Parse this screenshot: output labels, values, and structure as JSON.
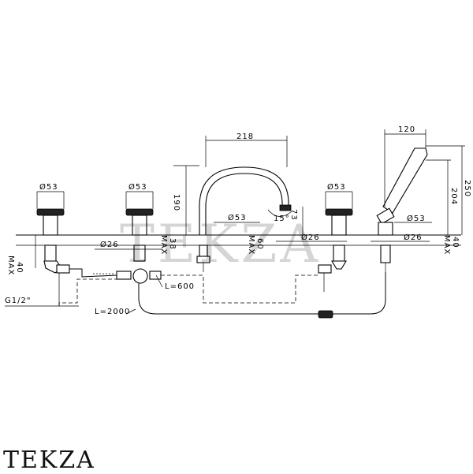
{
  "brand": "TEKZA",
  "watermark": "TEKZA",
  "dimensions": {
    "spout_reach": "218",
    "shower_width": "120",
    "spout_height": "190",
    "shower_height_total": "250",
    "shower_height": "204",
    "spout_angle": "15°",
    "spout_outlet_height": "73",
    "dia_53_left": "Ø53",
    "dia_53_center": "Ø53",
    "dia_53_spout": "Ø53",
    "dia_53_right": "Ø53",
    "dia_53_shower": "Ø53",
    "dia_26_left": "Ø26",
    "dia_26_center": "Ø26",
    "dia_26_right": "Ø26",
    "max_40_left": "40",
    "max_38": "38",
    "max_60": "60",
    "max_40_right": "40",
    "max_label": "MAX",
    "thread": "G1/2\"",
    "hose_600": "L=600",
    "hose_2000": "L=2000"
  }
}
